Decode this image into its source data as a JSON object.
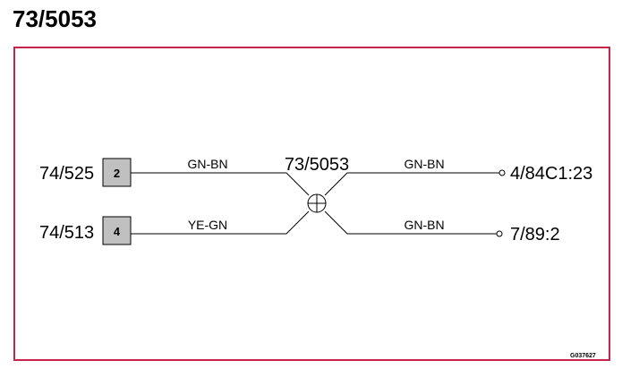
{
  "page_title": "73/5053",
  "frame_color": "#c8234a",
  "splice": {
    "label": "73/5053",
    "symbol": "splice-crossed-circle-icon"
  },
  "left_connectors": [
    {
      "name": "74/525",
      "pin": "2"
    },
    {
      "name": "74/513",
      "pin": "4"
    }
  ],
  "left_wires": [
    {
      "color_code": "GN-BN"
    },
    {
      "color_code": "YE-GN"
    }
  ],
  "right_wires": [
    {
      "color_code": "GN-BN"
    },
    {
      "color_code": "GN-BN"
    }
  ],
  "right_terminals": [
    {
      "name": "4/84C1:23"
    },
    {
      "name": "7/89:2"
    }
  ],
  "drawing_code": "G037627"
}
